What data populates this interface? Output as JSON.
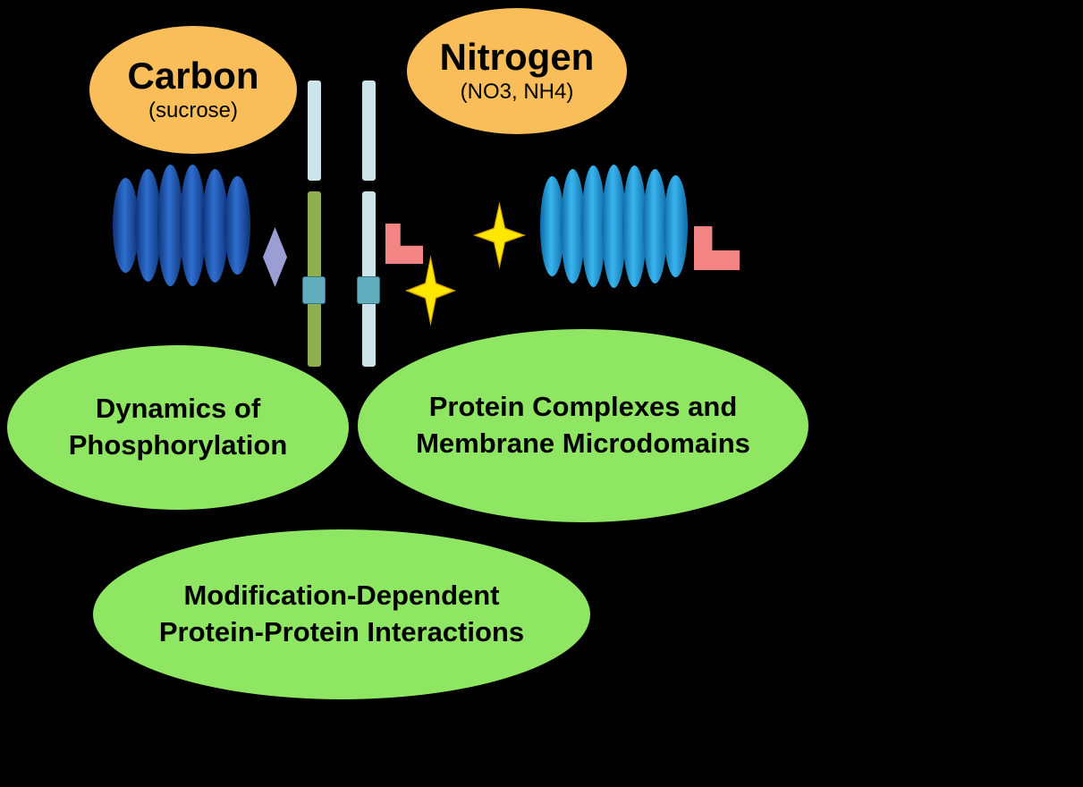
{
  "diagram": {
    "inputs": [
      {
        "id": "carbon",
        "label": "Carbon",
        "sublabel": "(sucrose)"
      },
      {
        "id": "nitrogen",
        "label": "Nitrogen",
        "sublabel": "(NO3, NH4)"
      }
    ],
    "themes": [
      {
        "id": "dynamics-of-phosphorylation",
        "label": "Dynamics of Phosphorylation"
      },
      {
        "id": "protein-complexes-membrane-microdomains",
        "label": "Protein Complexes and Membrane Microdomains"
      },
      {
        "id": "modification-dependent-ppi",
        "label": "Modification-Dependent Protein-Protein Interactions"
      }
    ],
    "icons": {
      "helix-bundle-dark": "bundle of dark blue membrane helices",
      "helix-bundle-cyan": "bundle of light blue membrane helices",
      "transporter-bars": "vertical membrane transporter bars",
      "diamond": "purple diamond glyph",
      "l-shape": "pink L-shaped glyph",
      "star": "yellow four-point star glyph"
    }
  },
  "colors": {
    "background": "#000000",
    "text": "#000000",
    "input-ellipse": "#f9bd59",
    "theme-ellipse": "#8ee663",
    "helix-dark-blue": "#2f6fd0",
    "helix-light-blue": "#3ab5ee",
    "bar-light": "#cde4ea",
    "bar-green": "#8fae4e",
    "square-teal": "#62aebf",
    "diamond-purple": "#9a9ed2",
    "l-shape-pink": "#f28484",
    "star-yellow": "#ffe800"
  }
}
